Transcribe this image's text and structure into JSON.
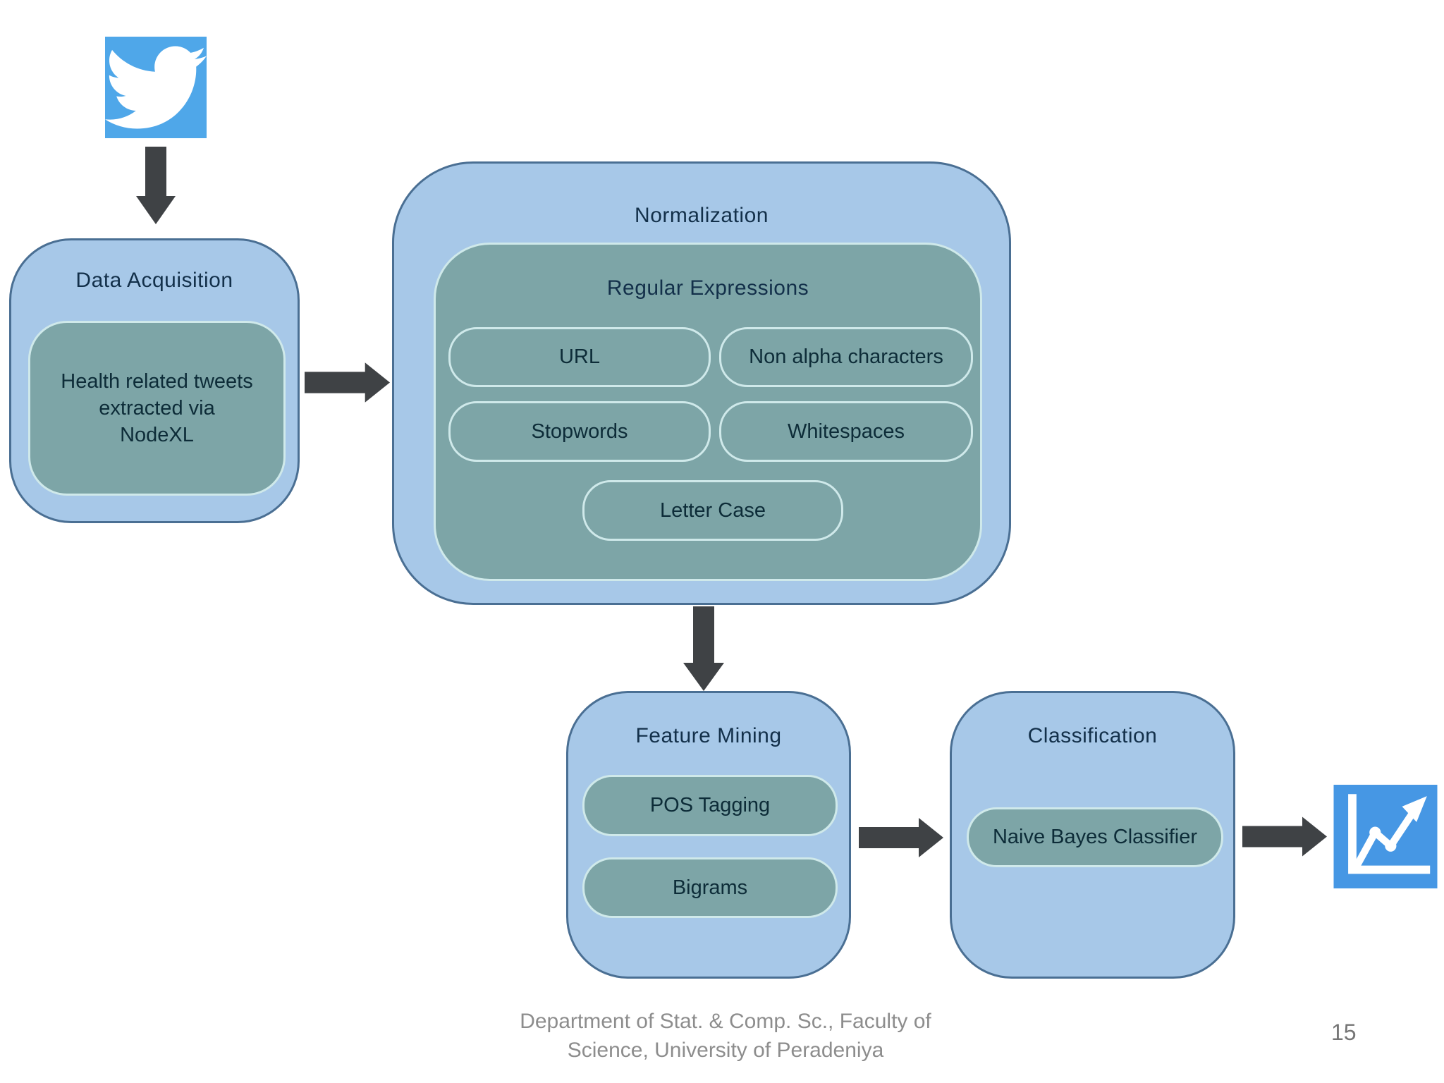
{
  "diagram": {
    "data_acquisition": {
      "title": "Data Acquisition",
      "item": "Health related tweets\nextracted via\nNodeXL"
    },
    "normalization": {
      "title": "Normalization",
      "regex": {
        "title": "Regular Expressions",
        "items": [
          "URL",
          "Non alpha characters",
          "Stopwords",
          "Whitespaces",
          "Letter Case"
        ]
      }
    },
    "feature_mining": {
      "title": "Feature Mining",
      "items": [
        "POS Tagging",
        "Bigrams"
      ]
    },
    "classification": {
      "title": "Classification",
      "items": [
        "Naive Bayes Classifier"
      ]
    },
    "icons": {
      "source": "twitter-icon",
      "output": "line-chart-icon"
    },
    "colors": {
      "box_blue_fill": "#a7c8e8",
      "box_blue_border": "#4a6f93",
      "box_teal_fill": "#7da5a7",
      "box_teal_border": "#cfe9ea",
      "title_text": "#13304a",
      "label_text": "#0d2c38",
      "arrow_gray": "#3f4245",
      "twitter_blue": "#4fa7e9",
      "chart_icon_blue": "#4697e4"
    }
  },
  "footer": {
    "affiliation": "Department of Stat. & Comp. Sc., Faculty of\nScience, University of Peradeniya",
    "page_number": "15"
  }
}
